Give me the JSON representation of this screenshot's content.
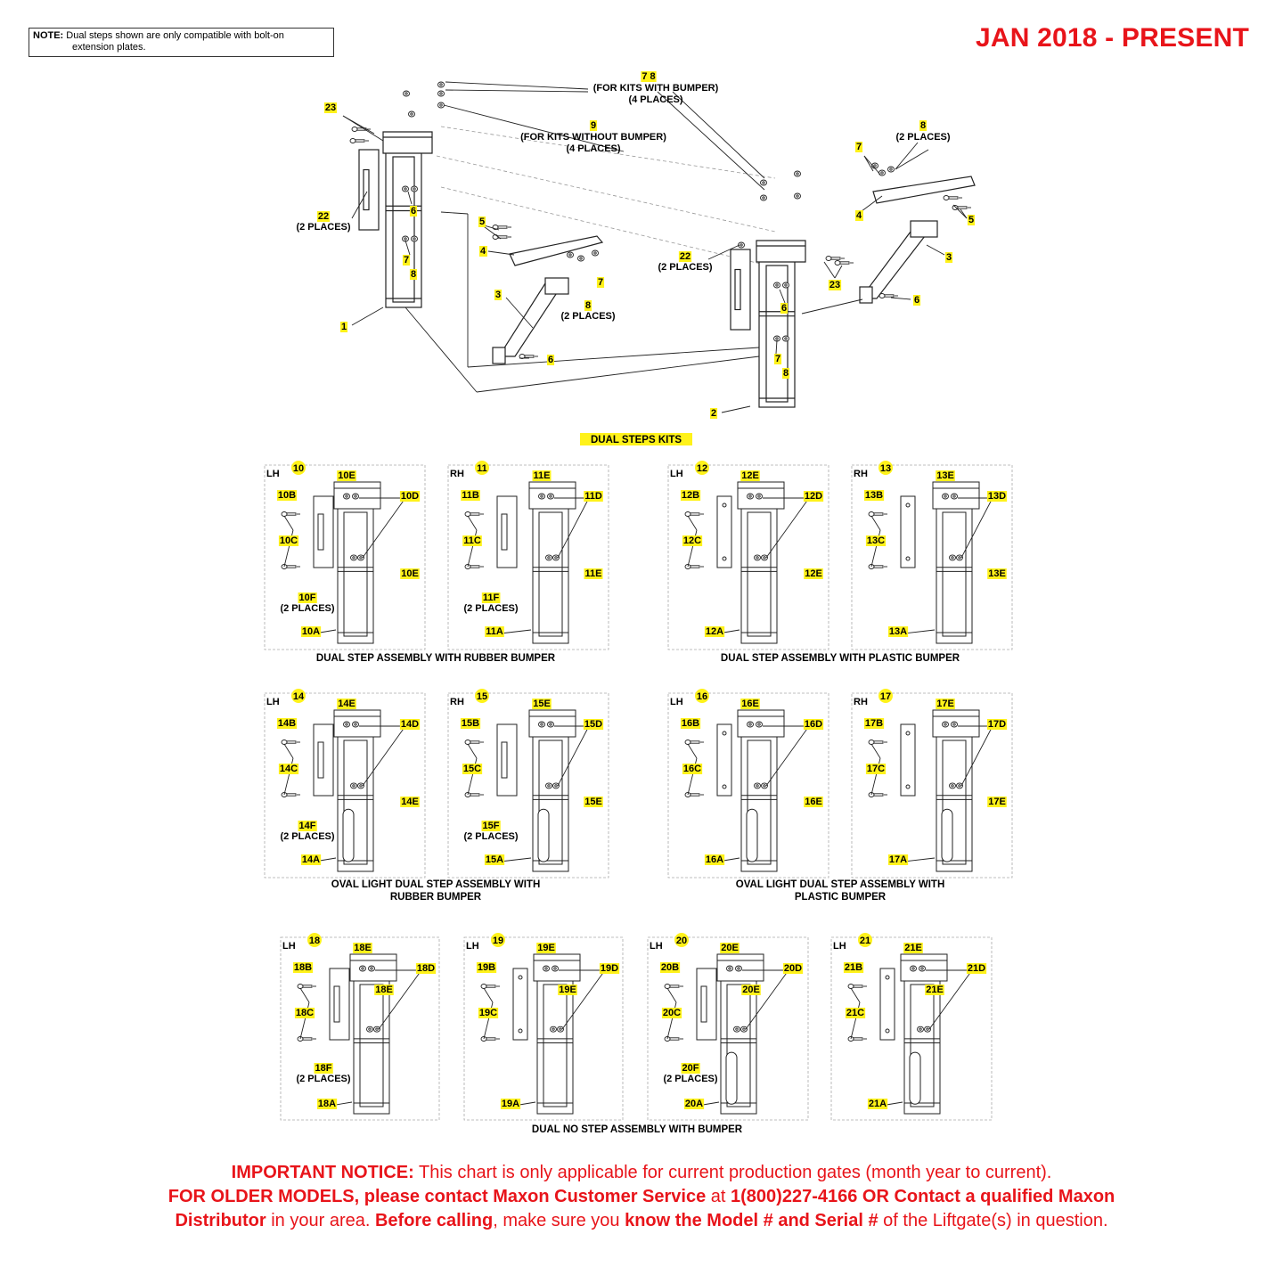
{
  "note": {
    "label": "NOTE:",
    "line1": "Dual steps shown are only compatible with bolt-on",
    "line2": "extension plates."
  },
  "date_range": "JAN 2018 - PRESENT",
  "exploded_view": {
    "callouts": {
      "c1": "1",
      "c2": "2",
      "c3a": "3",
      "c3b": "3",
      "c4a": "4",
      "c4b": "4",
      "c5a": "5",
      "c5b": "5",
      "c6a": "6",
      "c6b": "6",
      "c6c": "6",
      "c6d": "6",
      "c7a": "7",
      "c7b": "7",
      "c7c": "7",
      "c7d": "7",
      "c8a": "8",
      "c8b": "8",
      "c8c": "8",
      "c8d": "8",
      "c9": "9",
      "c22a": "22",
      "c22b": "22",
      "c23a": "23",
      "c23b": "23",
      "c78": "7  8"
    },
    "texts": {
      "kits_with_bumper": "(FOR KITS WITH BUMPER)",
      "four_places_a": "(4 PLACES)",
      "kits_without_bumper": "(FOR KITS WITHOUT BUMPER)",
      "four_places_b": "(4 PLACES)",
      "two_places_22a": "(2 PLACES)",
      "two_places_22b": "(2 PLACES)",
      "two_places_8a": "(2 PLACES)",
      "two_places_8b": "(2 PLACES)"
    }
  },
  "section_title": "DUAL STEPS KITS",
  "captions": {
    "rubber": "DUAL STEP ASSEMBLY WITH RUBBER BUMPER",
    "plastic": "DUAL STEP ASSEMBLY WITH PLASTIC BUMPER",
    "oval_rubber_1": "OVAL LIGHT DUAL STEP ASSEMBLY WITH",
    "oval_rubber_2": "RUBBER BUMPER",
    "oval_plastic_1": "OVAL LIGHT DUAL STEP ASSEMBLY WITH",
    "oval_plastic_2": "PLASTIC BUMPER",
    "no_step": "DUAL NO STEP ASSEMBLY WITH BUMPER"
  },
  "kits": [
    {
      "num": "10",
      "side": "LH",
      "labels": {
        "e": "10E",
        "b": "10B",
        "d": "10D",
        "c": "10C",
        "e2": "10E",
        "f": "10F",
        "places": "(2 PLACES)",
        "a": "10A"
      }
    },
    {
      "num": "11",
      "side": "RH",
      "labels": {
        "e": "11E",
        "b": "11B",
        "d": "11D",
        "c": "11C",
        "e2": "11E",
        "f": "11F",
        "places": "(2 PLACES)",
        "a": "11A"
      }
    },
    {
      "num": "12",
      "side": "LH",
      "labels": {
        "e": "12E",
        "b": "12B",
        "d": "12D",
        "c": "12C",
        "e2": "12E",
        "a": "12A"
      }
    },
    {
      "num": "13",
      "side": "RH",
      "labels": {
        "e": "13E",
        "b": "13B",
        "d": "13D",
        "c": "13C",
        "e2": "13E",
        "a": "13A"
      }
    },
    {
      "num": "14",
      "side": "LH",
      "labels": {
        "e": "14E",
        "b": "14B",
        "d": "14D",
        "c": "14C",
        "e2": "14E",
        "f": "14F",
        "places": "(2 PLACES)",
        "a": "14A"
      }
    },
    {
      "num": "15",
      "side": "RH",
      "labels": {
        "e": "15E",
        "b": "15B",
        "d": "15D",
        "c": "15C",
        "e2": "15E",
        "f": "15F",
        "places": "(2 PLACES)",
        "a": "15A"
      }
    },
    {
      "num": "16",
      "side": "LH",
      "labels": {
        "e": "16E",
        "b": "16B",
        "d": "16D",
        "c": "16C",
        "e2": "16E",
        "a": "16A"
      }
    },
    {
      "num": "17",
      "side": "RH",
      "labels": {
        "e": "17E",
        "b": "17B",
        "d": "17D",
        "c": "17C",
        "e2": "17E",
        "a": "17A"
      }
    },
    {
      "num": "18",
      "side": "LH",
      "labels": {
        "e": "18E",
        "b": "18B",
        "d": "18D",
        "c": "18C",
        "e2": "18E",
        "f": "18F",
        "places": "(2 PLACES)",
        "a": "18A"
      }
    },
    {
      "num": "19",
      "side": "LH",
      "labels": {
        "e": "19E",
        "b": "19B",
        "d": "19D",
        "c": "19C",
        "e2": "19E",
        "a": "19A"
      }
    },
    {
      "num": "20",
      "side": "LH",
      "labels": {
        "e": "20E",
        "b": "20B",
        "d": "20D",
        "c": "20C",
        "e2": "20E",
        "f": "20F",
        "places": "(2 PLACES)",
        "a": "20A"
      }
    },
    {
      "num": "21",
      "side": "LH",
      "labels": {
        "e": "21E",
        "b": "21B",
        "d": "21D",
        "c": "21C",
        "e2": "21E",
        "a": "21A"
      }
    }
  ],
  "notice": {
    "p1_bold": "IMPORTANT NOTICE:",
    "p1_text": " This chart is only applicable for current production gates (month year to current).",
    "p2_bold": "FOR OLDER MODELS, please contact Maxon Customer Service",
    "p2_text": " at ",
    "p2_bold2": "1(800)227-4166 OR Contact a qualified Maxon",
    "p3_bold": "Distributor",
    "p3_text": " in your area. ",
    "p3_bold2": "Before calling",
    "p3_text2": ", make sure you ",
    "p3_bold3": "know the Model # and Serial #",
    "p3_text3": " of the Liftgate(s) in question."
  },
  "colors": {
    "accent_red": "#e8141a",
    "callout_yellow": "#fff21a"
  }
}
